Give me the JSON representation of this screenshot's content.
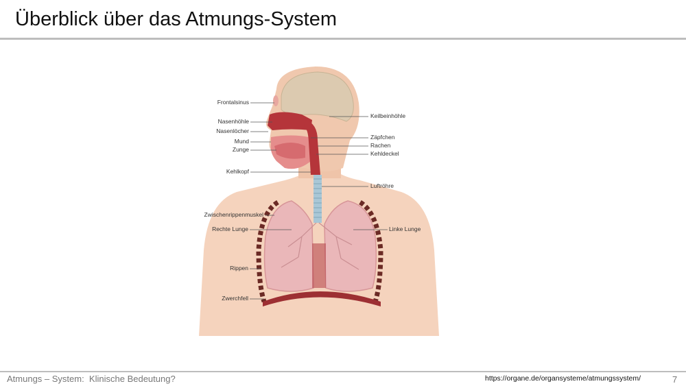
{
  "slide": {
    "title": "Überblick über das Atmungs-System",
    "footer_left": "Atmungs – System:  Klinische Bedeutung?",
    "footer_source": "https://organe.de/organsysteme/atmungssystem/",
    "page_number": "7"
  },
  "diagram": {
    "labels_left": {
      "frontalsinus": "Frontalsinus",
      "nasenhoehle": "Nasenhöhle",
      "nasenloecher": "Nasenlöcher",
      "mund": "Mund",
      "zunge": "Zunge",
      "kehlkopf": "Kehlkopf",
      "zwischenrippenmuskel": "Zwischenrippenmuskel",
      "rechte_lunge": "Rechte Lunge",
      "rippen": "Rippen",
      "zwerchfell": "Zwerchfell"
    },
    "labels_right": {
      "keilbeinhoehle": "Keilbeinhöhle",
      "zaepfchen": "Zäpfchen",
      "rachen": "Rachen",
      "kehldeckel": "Kehldeckel",
      "luftroehre": "Luftröhre",
      "linke_lunge": "Linke Lunge"
    },
    "colors": {
      "skin": "#f5d3bd",
      "skin_dark": "#e9b79a",
      "lung": "#eab7b9",
      "lung_dark": "#d79598",
      "airway": "#b5353a",
      "trachea": "#a9c7d6",
      "brain": "#dccab0",
      "diaphragm": "#9d2f33"
    }
  }
}
